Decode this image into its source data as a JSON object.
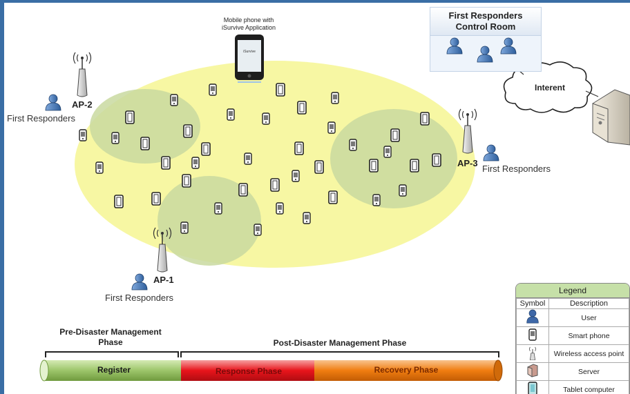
{
  "phone_caption": "Mobile phone with\niSurvive Application",
  "phone_screen_text": "iSurvive",
  "control_room": {
    "title": "First Responders\nControl Room"
  },
  "cloud_label": "Interent",
  "access_points": [
    {
      "id": "AP-1",
      "label": "AP-1",
      "responder_label": "First Responders"
    },
    {
      "id": "AP-2",
      "label": "AP-2",
      "responder_label": "First Responders"
    },
    {
      "id": "AP-3",
      "label": "AP-3",
      "responder_label": "First Responders"
    }
  ],
  "timeline": {
    "pre_phase": "Pre-Disaster Management\nPhase",
    "post_phase": "Post-Disaster Management Phase",
    "segments": [
      {
        "label": "Register",
        "color": "#9cc56a",
        "text_color": "#1a1a1a"
      },
      {
        "label": "Response Phase",
        "color": "#e8141b",
        "text_color": "#7a0a0a"
      },
      {
        "label": "Recovery Phase",
        "color": "#f07d10",
        "text_color": "#7a2a00"
      }
    ]
  },
  "legend": {
    "title": "Legend",
    "headers": {
      "symbol": "Symbol",
      "description": "Description"
    },
    "rows": [
      {
        "icon": "user-icon",
        "description": "User"
      },
      {
        "icon": "smartphone-icon",
        "description": "Smart phone"
      },
      {
        "icon": "wireless-access-point-icon",
        "description": "Wireless access point"
      },
      {
        "icon": "server-icon",
        "description": "Server"
      },
      {
        "icon": "tablet-computer-icon",
        "description": "Tablet computer"
      }
    ]
  },
  "colors": {
    "disaster_area": "#f7f7a3",
    "ap_coverage": "#c9d9a0",
    "user_icon": "#4a7fc1",
    "frame": "#3a6ea5"
  }
}
